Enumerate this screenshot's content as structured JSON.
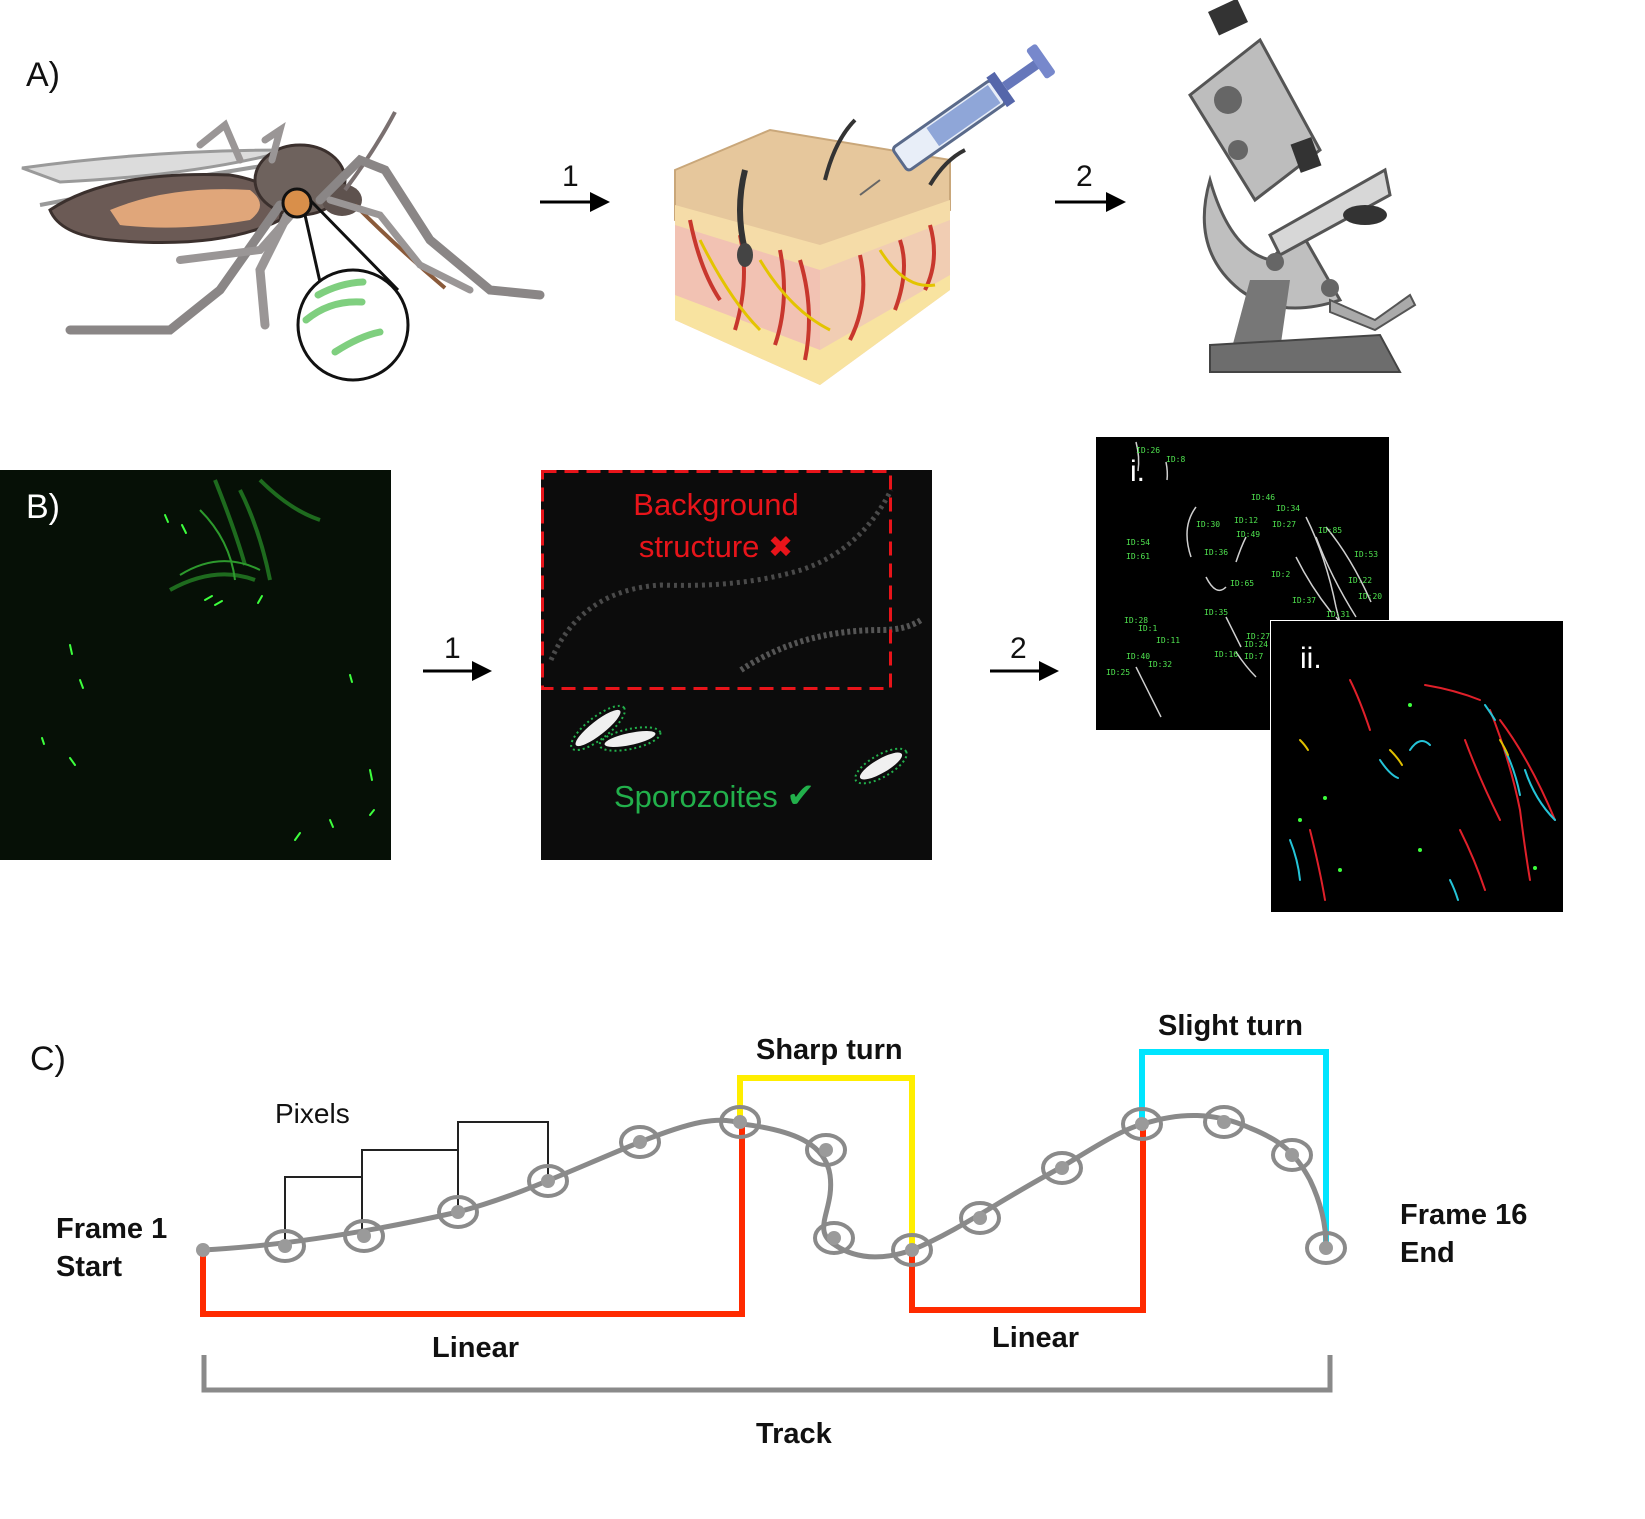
{
  "panels": {
    "a": {
      "label": "A)"
    },
    "b": {
      "label": "B)"
    },
    "c": {
      "label": "C)"
    }
  },
  "steps": {
    "a1": "1",
    "a2": "2",
    "b1": "1",
    "b2": "2"
  },
  "panel_b": {
    "background_label_line1": "Background",
    "background_label_line2": "structure",
    "background_mark": "✖",
    "sporozoites_label": "Sporozoites",
    "sporozoites_mark": "✔",
    "inset_i_label": "i.",
    "inset_ii_label": "ii.",
    "track_ids": [
      "ID:26",
      "ID:8",
      "ID:46",
      "ID:34",
      "ID:12",
      "ID:27",
      "ID:30",
      "ID:49",
      "ID:54",
      "ID:61",
      "ID:36",
      "ID:85",
      "ID:2",
      "ID:53",
      "ID:22",
      "ID:20",
      "ID:37",
      "ID:31",
      "ID:35",
      "ID:28",
      "ID:11",
      "ID:24",
      "ID:16",
      "ID:27",
      "ID:7",
      "ID:40",
      "ID:32",
      "ID:25",
      "ID:1",
      "ID:65"
    ]
  },
  "panel_c": {
    "pixels_label": "Pixels",
    "sharp_turn_label": "Sharp turn",
    "slight_turn_label": "Slight turn",
    "frame1_line1": "Frame 1",
    "frame1_line2": "Start",
    "frame16_line1": "Frame 16",
    "frame16_line2": "End",
    "linear_label_1": "Linear",
    "linear_label_2": "Linear",
    "track_label": "Track"
  },
  "colors": {
    "linear": "#ff2a00",
    "sharp_turn": "#ffee00",
    "slight_turn": "#00e5ff",
    "track_line": "#8a8a8a",
    "background_label": "#e8141a",
    "sporozoite_label": "#22b04b",
    "fluorescence": "#3dff3d"
  },
  "icons": {
    "mosquito": "mosquito-icon",
    "skin": "skin-block-icon",
    "syringe": "syringe-icon",
    "microscope": "microscope-icon"
  }
}
